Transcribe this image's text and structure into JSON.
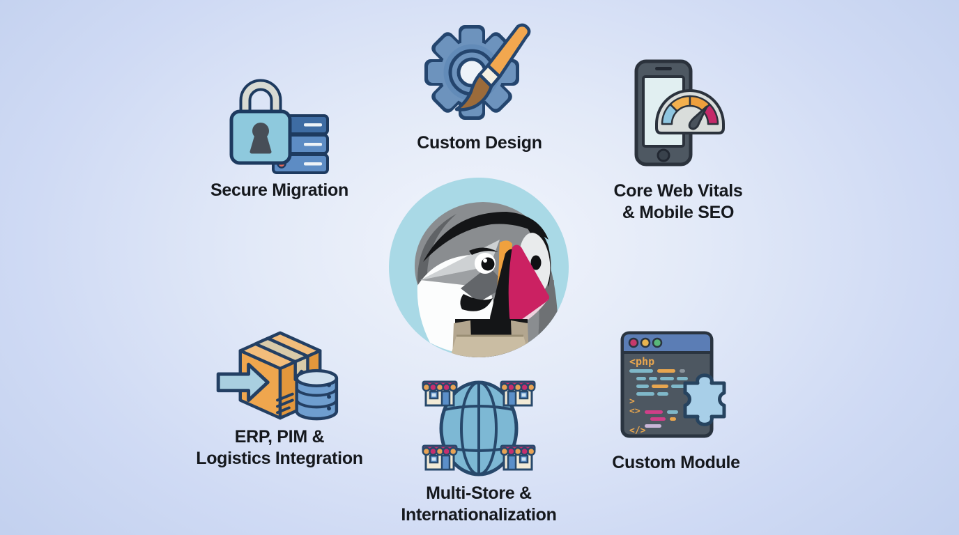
{
  "background": {
    "center_color": "#f1f4fb",
    "edge_color": "#c3d1ef"
  },
  "palette": {
    "outline_navy": "#24456e",
    "icon_blue": "#6d93bd",
    "light_blue": "#a9cfe0",
    "orange": "#f0a952",
    "magenta": "#c7256b",
    "mascot_circle": "#a9d9e6",
    "label_text": "#15181d"
  },
  "features": [
    {
      "id": "secure-migration",
      "icon": "lock-server-icon",
      "lines": [
        "Secure Migration"
      ]
    },
    {
      "id": "custom-design",
      "icon": "gear-paintbrush-icon",
      "lines": [
        "Custom Design"
      ]
    },
    {
      "id": "core-web-vitals-mobile-seo",
      "icon": "phone-speedometer-icon",
      "lines": [
        "Core Web Vitals",
        "& Mobile SEO"
      ]
    },
    {
      "id": "erp-pim-logistics-integration",
      "icon": "box-arrow-database-icon",
      "lines": [
        "ERP, PIM &",
        "Logistics Integration"
      ]
    },
    {
      "id": "multi-store-internationalization",
      "icon": "globe-storefronts-icon",
      "lines": [
        "Multi-Store &",
        "Internationalization"
      ]
    },
    {
      "id": "custom-module",
      "icon": "code-window-puzzle-icon",
      "lines": [
        "Custom Module"
      ]
    }
  ],
  "center": {
    "icon": "prestashop-mascot-icon"
  },
  "code_editor": {
    "tokens": {
      "php_open": "<php",
      "gt": ">",
      "angle_pair": "<>",
      "close_tag": "</>"
    }
  }
}
